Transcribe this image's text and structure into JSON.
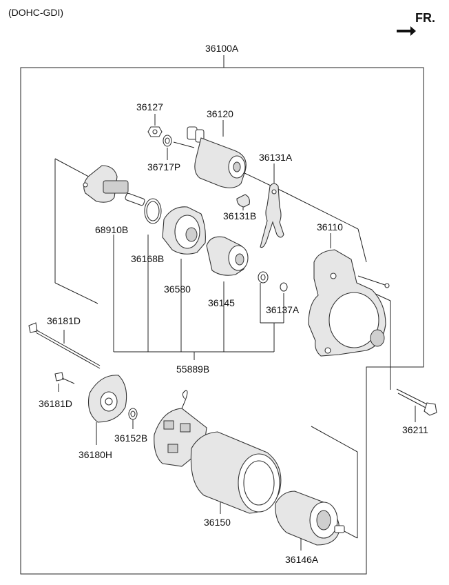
{
  "header": {
    "engine": "(DOHC-GDI)",
    "direction": "FR."
  },
  "assembly": {
    "main": "36100A"
  },
  "parts": {
    "p36127": "36127",
    "p36120": "36120",
    "p36717P": "36717P",
    "p36131A": "36131A",
    "p36131B": "36131B",
    "p68910B": "68910B",
    "p36110": "36110",
    "p36168B": "36168B",
    "p36580": "36580",
    "p36145": "36145",
    "p36137A": "36137A",
    "p36181D_long": "36181D",
    "p55889B": "55889B",
    "p36181D_short": "36181D",
    "p36152B": "36152B",
    "p36180H": "36180H",
    "p36211": "36211",
    "p36150": "36150",
    "p36146A": "36146A"
  },
  "icons": {
    "direction_arrow": "forward-arrow-icon"
  }
}
